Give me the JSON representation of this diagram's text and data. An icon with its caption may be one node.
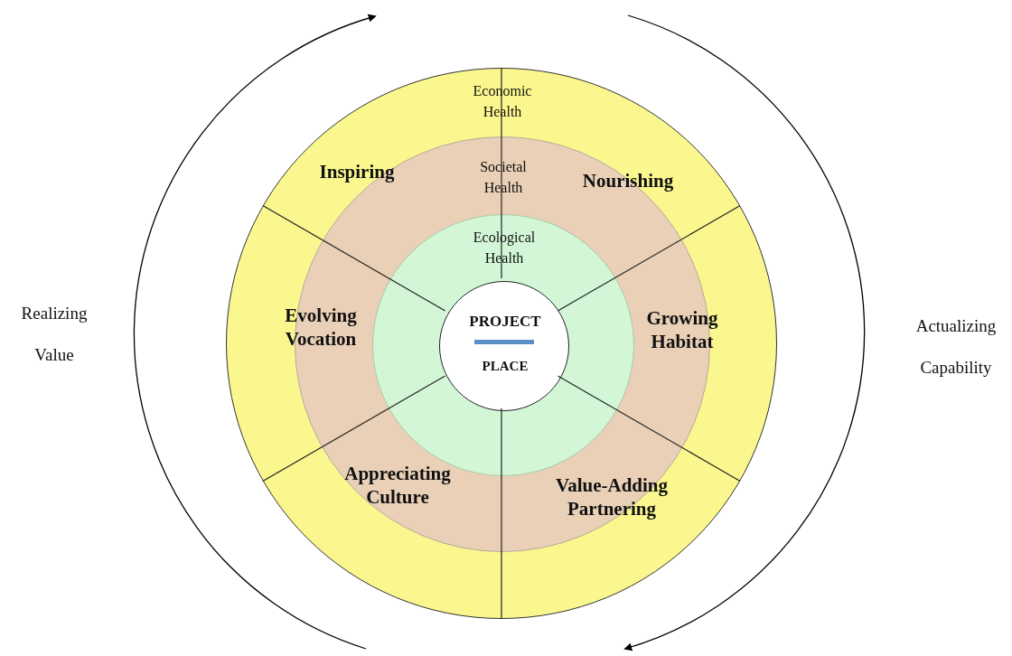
{
  "diagram": {
    "nodes": [
      {
        "text": [
          "Economic Health"
        ]
      },
      {
        "text": [
          "Societal Health"
        ],
        "in": 0
      },
      {
        "text": [
          "Ecological Health"
        ],
        "in": 1
      },
      {
        "text": [
          "PROJECT",
          "PLACE"
        ],
        "in": 2
      }
    ],
    "labels": [
      "Realizing Value",
      "Inspiring",
      "Nourishing",
      "Evolving Vocation",
      "Growing Habitat",
      "Actualizing Capability",
      "Appreciating Culture",
      "Value-Adding Partnering"
    ]
  }
}
